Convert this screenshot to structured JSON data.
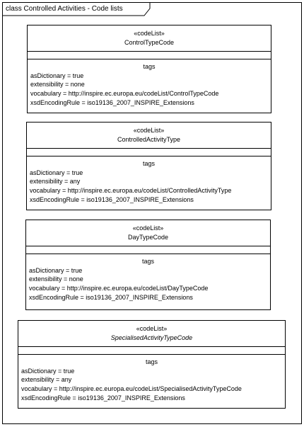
{
  "diagram": {
    "frame_title": "class Controlled Activities - Code lists",
    "classes": [
      {
        "stereotype": "«codeList»",
        "name": "ControlTypeCode",
        "tags_title": "tags",
        "tags": [
          "asDictionary = true",
          "extensibility = none",
          "vocabulary = http://inspire.ec.europa.eu/codeList/ControlTypeCode",
          "xsdEncodingRule = iso19136_2007_INSPIRE_Extensions"
        ]
      },
      {
        "stereotype": "«codeList»",
        "name": "ControlledActivityType",
        "tags_title": "tags",
        "tags": [
          "asDictionary = true",
          "extensibility = any",
          "vocabulary = http://inspire.ec.europa.eu/codeList/ControlledActivityType",
          "xsdEncodingRule = iso19136_2007_INSPIRE_Extensions"
        ]
      },
      {
        "stereotype": "«codeList»",
        "name": "DayTypeCode",
        "tags_title": "tags",
        "tags": [
          "asDictionary = true",
          "extensibility = none",
          "vocabulary = http://inspire.ec.europa.eu/codeList/DayTypeCode",
          "xsdEncodingRule = iso19136_2007_INSPIRE_Extensions"
        ]
      },
      {
        "stereotype": "«codeList»",
        "name": "SpecialisedActivityTypeCode",
        "tags_title": "tags",
        "tags": [
          "asDictionary = true",
          "extensibility = any",
          "vocabulary = http://inspire.ec.europa.eu/codeList/SpecialisedActivityTypeCode",
          "xsdEncodingRule = iso19136_2007_INSPIRE_Extensions"
        ]
      }
    ]
  }
}
